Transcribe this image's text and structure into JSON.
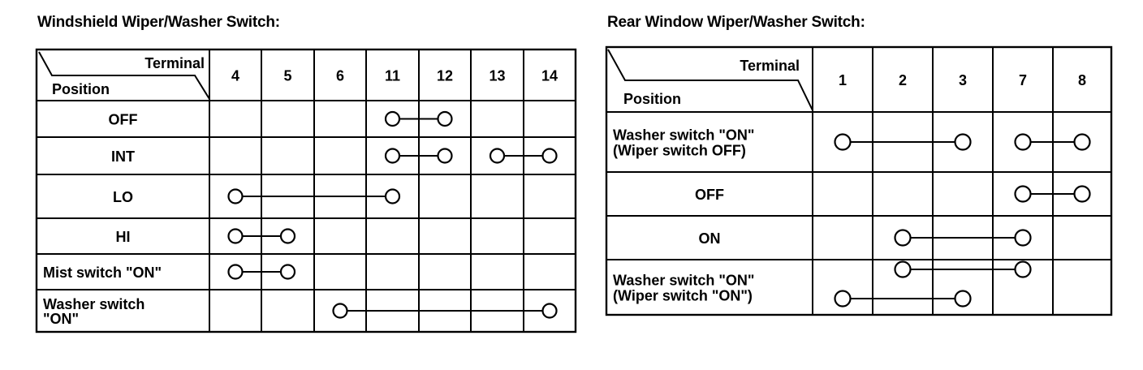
{
  "windshield": {
    "title": "Windshield Wiper/Washer Switch:",
    "header": {
      "terminal": "Terminal",
      "position": "Position"
    },
    "terminals": [
      "4",
      "5",
      "6",
      "11",
      "12",
      "13",
      "14"
    ],
    "rows": [
      {
        "label": [
          "OFF"
        ],
        "align": "center",
        "connections": [
          [
            "11",
            "12"
          ]
        ]
      },
      {
        "label": [
          "INT"
        ],
        "align": "center",
        "connections": [
          [
            "11",
            "12"
          ],
          [
            "13",
            "14"
          ]
        ]
      },
      {
        "label": [
          "LO"
        ],
        "align": "center",
        "connections": [
          [
            "4",
            "11"
          ]
        ]
      },
      {
        "label": [
          "HI"
        ],
        "align": "center",
        "connections": [
          [
            "4",
            "5"
          ]
        ]
      },
      {
        "label": [
          "Mist switch \"ON\""
        ],
        "align": "left",
        "connections": [
          [
            "4",
            "5"
          ]
        ]
      },
      {
        "label": [
          "Washer switch",
          "\"ON\""
        ],
        "align": "left",
        "connections": [
          [
            "6",
            "14"
          ]
        ]
      }
    ]
  },
  "rear": {
    "title": "Rear Window Wiper/Washer Switch:",
    "header": {
      "terminal": "Terminal",
      "position": "Position"
    },
    "terminals": [
      "1",
      "2",
      "3",
      "7",
      "8"
    ],
    "rows": [
      {
        "label": [
          "Washer switch \"ON\"",
          "(Wiper switch OFF)"
        ],
        "align": "left",
        "connections": [
          [
            "1",
            "3"
          ],
          [
            "7",
            "8"
          ]
        ]
      },
      {
        "label": [
          "OFF"
        ],
        "align": "center",
        "connections": [
          [
            "7",
            "8"
          ]
        ]
      },
      {
        "label": [
          "ON"
        ],
        "align": "center",
        "connections": [
          [
            "2",
            "7"
          ]
        ]
      },
      {
        "label": [
          "Washer switch \"ON\"",
          "(Wiper switch \"ON\")"
        ],
        "align": "left",
        "connections": [
          [
            "2",
            "7"
          ],
          [
            "1",
            "3"
          ]
        ]
      }
    ]
  }
}
